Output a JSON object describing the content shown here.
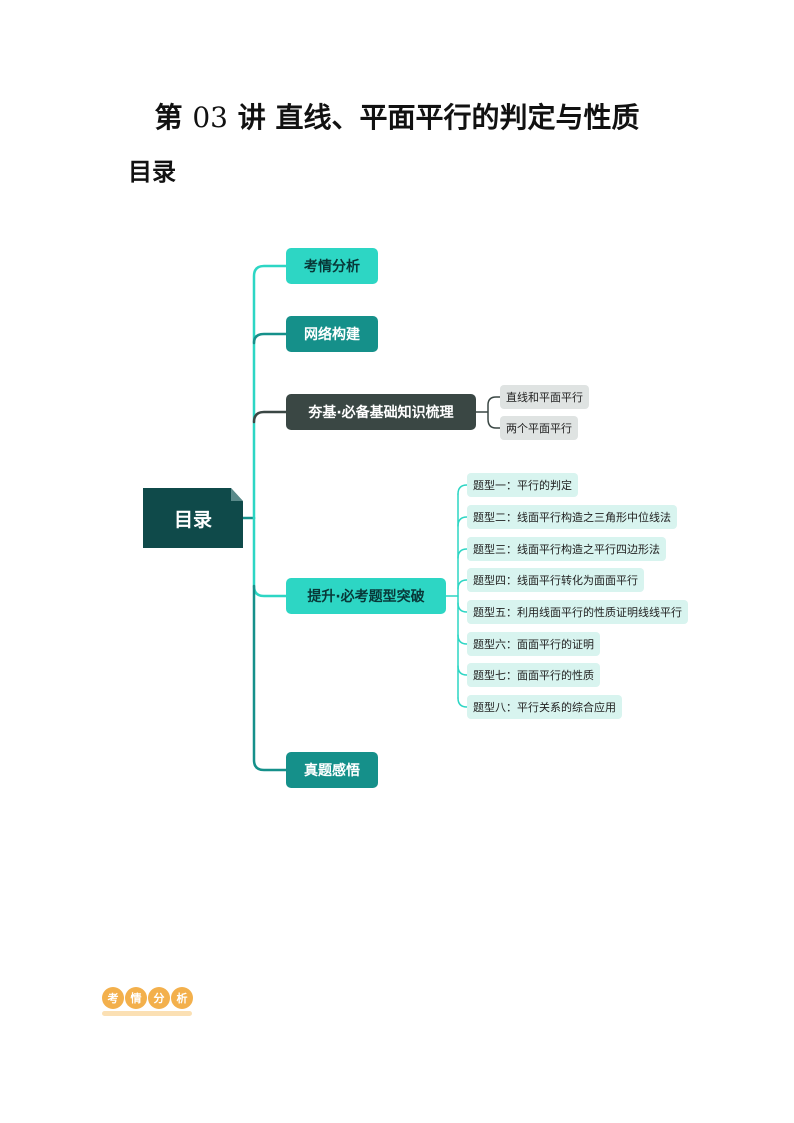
{
  "header": {
    "title_prefix": "第",
    "title_number": "03",
    "title_suffix": "讲  直线、平面平行的判定与性质",
    "toc_heading": "目录"
  },
  "mindmap": {
    "root": "目录",
    "branches": [
      {
        "label": "考情分析"
      },
      {
        "label": "网络构建"
      },
      {
        "label": "夯基·必备基础知识梳理",
        "children": [
          "直线和平面平行",
          "两个平面平行"
        ]
      },
      {
        "label": "提升·必考题型突破",
        "children": [
          "题型一：平行的判定",
          "题型二：线面平行构造之三角形中位线法",
          "题型三：线面平行构造之平行四边形法",
          "题型四：线面平行转化为面面平行",
          "题型五：利用线面平行的性质证明线线平行",
          "题型六：面面平行的证明",
          "题型七：面面平行的性质",
          "题型八：平行关系的综合应用"
        ]
      },
      {
        "label": "真题感悟"
      }
    ]
  },
  "footer_badge": [
    "考",
    "情",
    "分",
    "析"
  ],
  "colors": {
    "root": "#0f4a4a",
    "cyan": "#2dd6c4",
    "teal": "#15908a",
    "dark": "#3a4744",
    "badge": "#f3b04c"
  }
}
